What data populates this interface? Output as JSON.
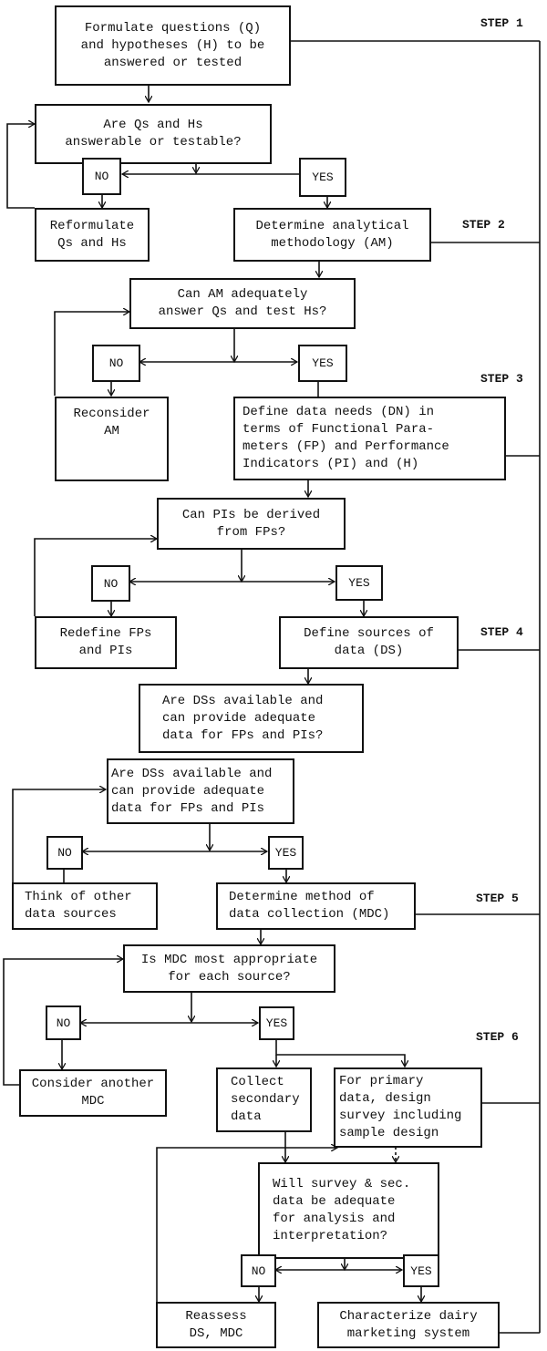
{
  "diagram": {
    "type": "flowchart",
    "steps": [
      "STEP 1",
      "STEP 2",
      "STEP 3",
      "STEP 4",
      "STEP 5",
      "STEP 6"
    ],
    "labels": {
      "yes": "YES",
      "no": "NO"
    },
    "nodes": {
      "formulate": "Formulate questions (Q)\nand hypotheses (H) to be\nanswered or tested",
      "answerable": "Are Qs and Hs\nanswerable or testable?",
      "reformulate": "Reformulate\nQs and Hs",
      "determine_am": "Determine analytical\nmethodology (AM)",
      "can_am": "Can AM adequately\nanswer Qs and test Hs?",
      "reconsider_am": "Reconsider\nAM",
      "define_dn": "Define data needs (DN) in\nterms of Functional Para-\nmeters (FP) and Performance\nIndicators (PI) and (H)",
      "can_pis": "Can PIs be derived\nfrom FPs?",
      "redefine": "Redefine FPs\nand PIs",
      "define_ds": "Define sources of\ndata (DS)",
      "are_ds_1": "Are DSs available and\ncan provide adequate\ndata for FPs and PIs?",
      "are_ds_2": "Are DSs available and\ncan provide adequate\ndata for FPs and PIs",
      "think_other": "Think of other\ndata sources",
      "determine_mdc": "Determine method of\ndata collection (MDC)",
      "is_mdc": "Is MDC most appropriate\nfor each source?",
      "consider_mdc": "Consider another\nMDC",
      "collect_secondary": "Collect\nsecondary\ndata",
      "primary_data": "For primary\ndata, design\nsurvey including\nsample design",
      "will_survey": "Will survey & sec.\ndata be adequate\nfor analysis and\ninterpretation?",
      "reassess": "Reassess\nDS, MDC",
      "characterize": "Characterize dairy\nmarketing system"
    }
  }
}
